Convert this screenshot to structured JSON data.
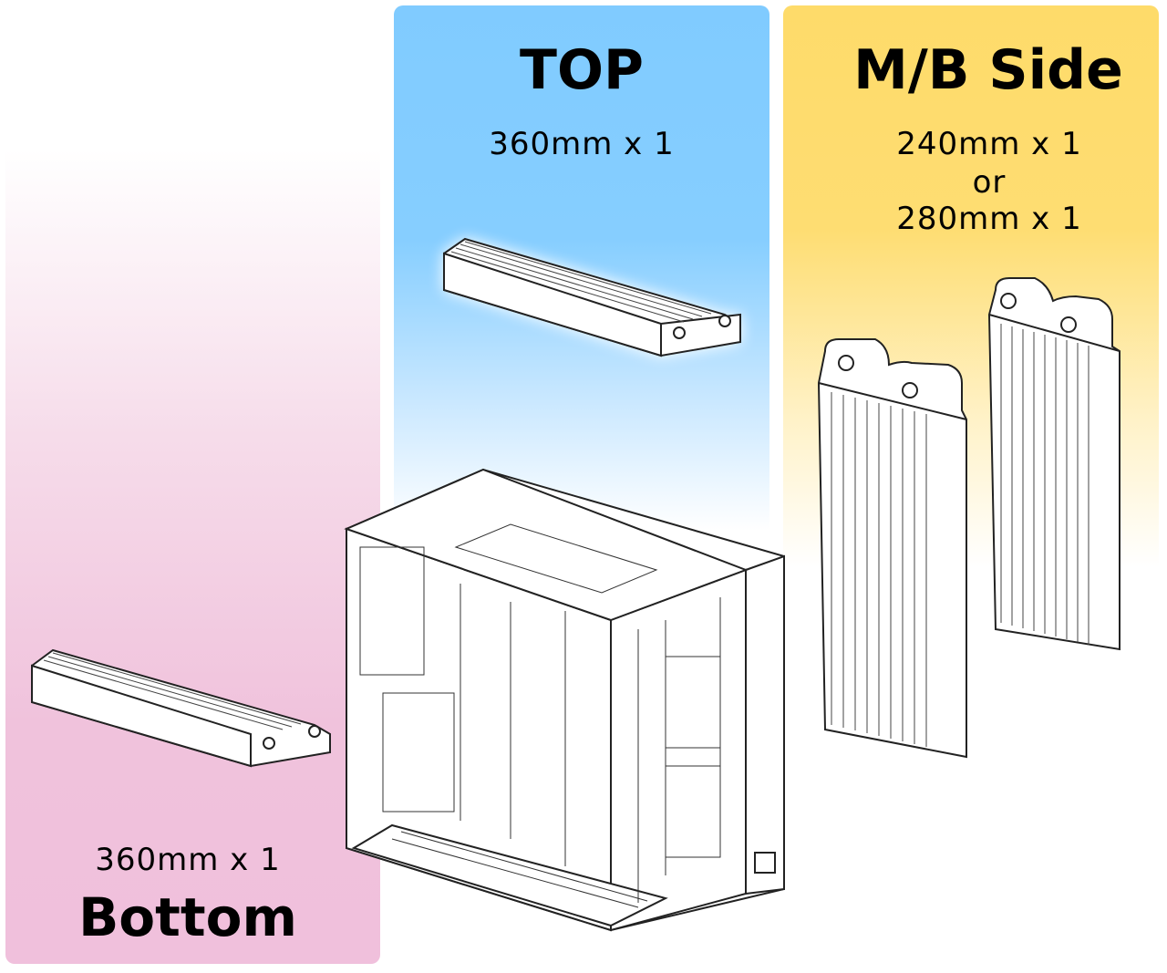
{
  "panels": {
    "top": {
      "title": "TOP",
      "size": "360mm x 1",
      "color": "#80cbff"
    },
    "side": {
      "title": "M/B Side",
      "size_a": "240mm x 1",
      "or": "or",
      "size_b": "280mm x 1",
      "color": "#fedb6a"
    },
    "bottom": {
      "title": "Bottom",
      "size": "360mm x 1",
      "color": "#f0c0dc"
    }
  }
}
